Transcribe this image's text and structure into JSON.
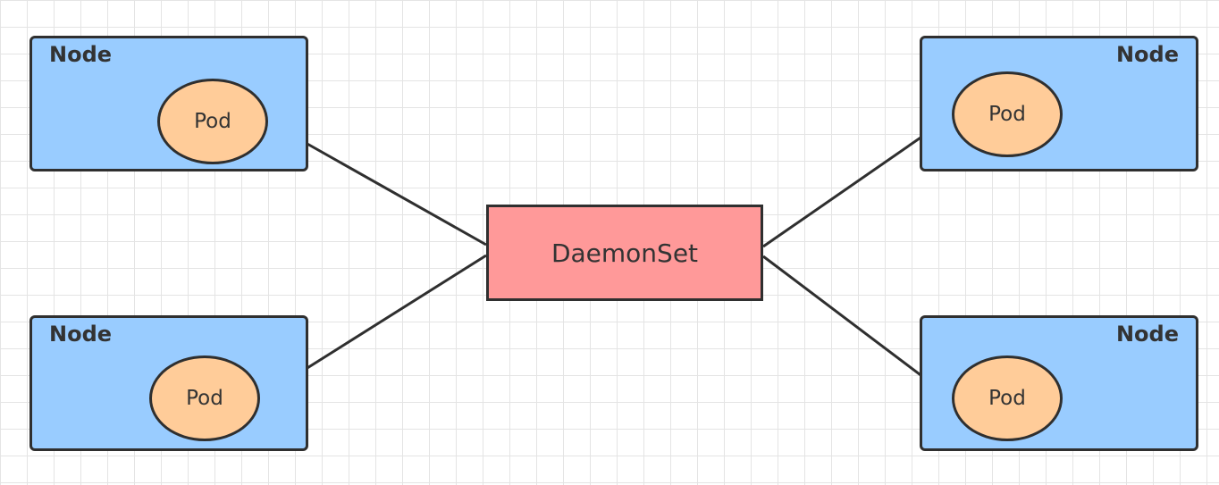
{
  "colors": {
    "node_fill": "#99ccff",
    "pod_fill": "#ffcc99",
    "daemonset_fill": "#ff9999",
    "stroke": "#2f2f2f",
    "text": "#333333",
    "grid": "#e4e4e4"
  },
  "daemonset": {
    "label": "DaemonSet"
  },
  "nodes": [
    {
      "label": "Node",
      "pod_label": "Pod"
    },
    {
      "label": "Node",
      "pod_label": "Pod"
    },
    {
      "label": "Node",
      "pod_label": "Pod"
    },
    {
      "label": "Node",
      "pod_label": "Pod"
    }
  ]
}
